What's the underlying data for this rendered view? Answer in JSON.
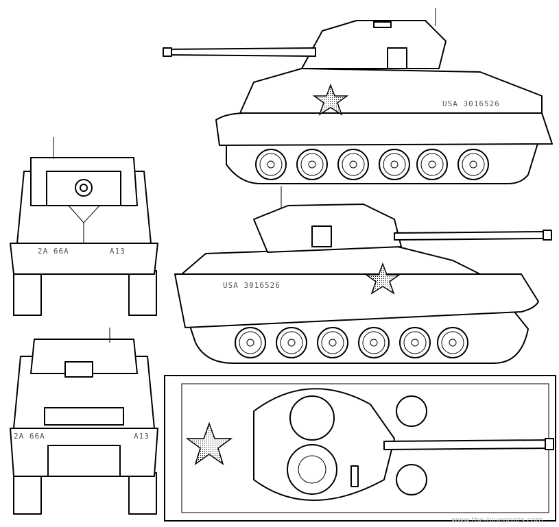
{
  "markings": {
    "serial_top": "USA 3016526",
    "serial_middle": "USA 3016526",
    "front_left": "2A 66A",
    "front_right": "A13",
    "rear_left": "2A 66A",
    "rear_right": "A13"
  },
  "watermark": "www.the-blueprints.com",
  "colors": {
    "line": "#000000",
    "background": "#ffffff"
  }
}
